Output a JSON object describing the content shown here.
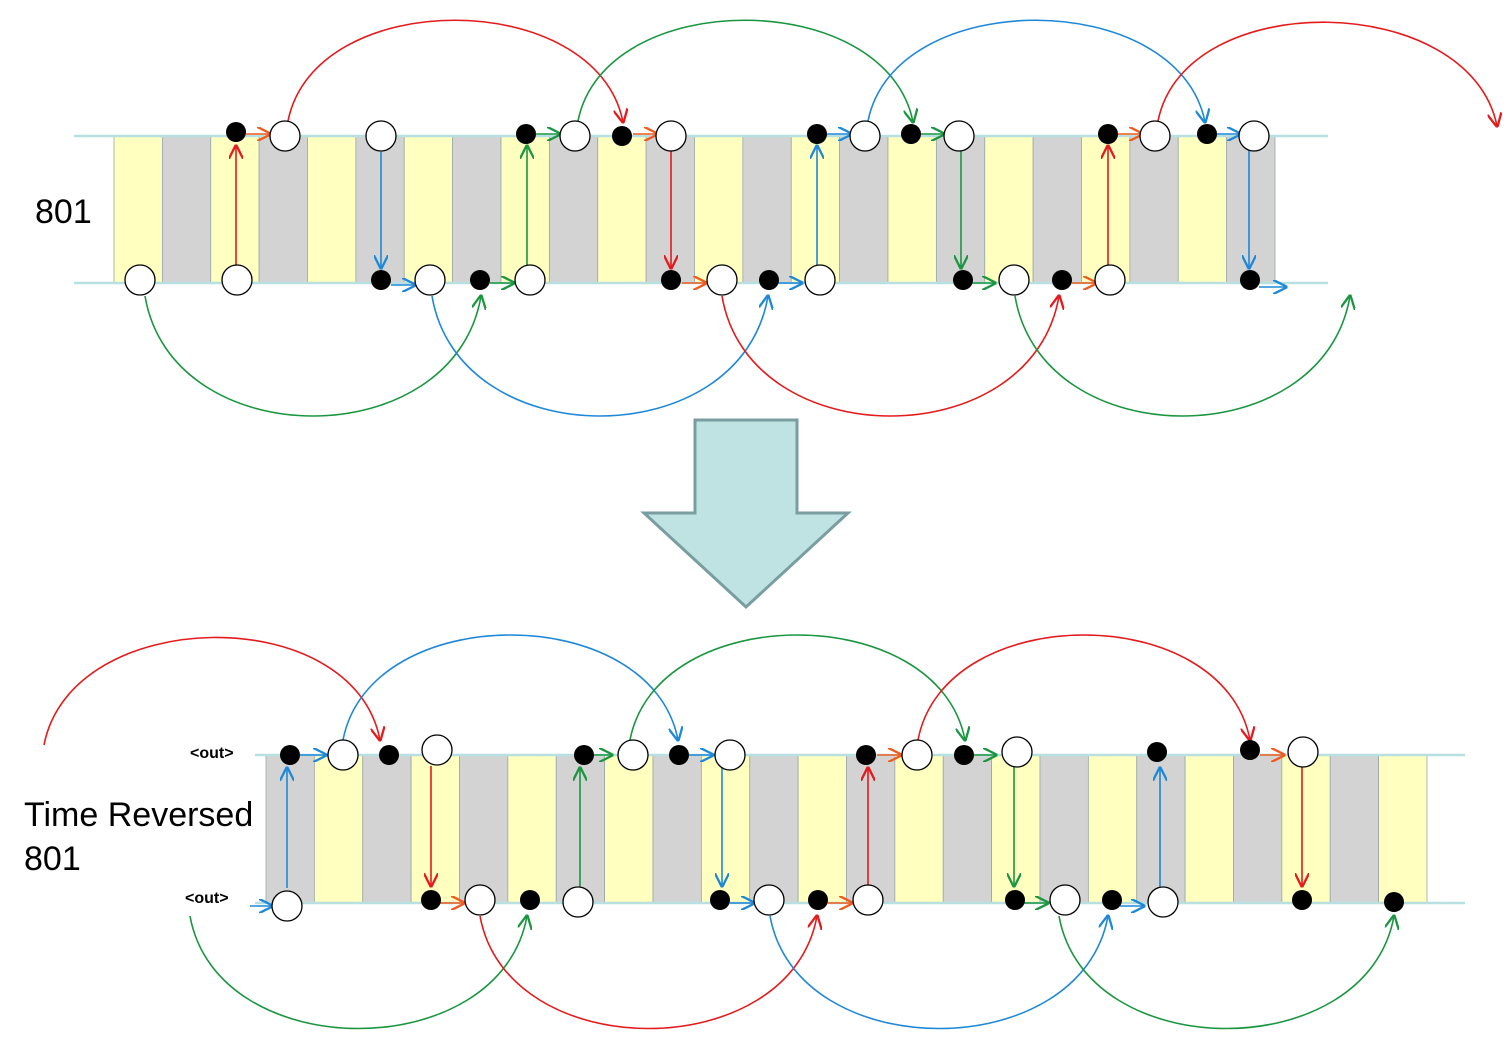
{
  "top_panel": {
    "label": "801"
  },
  "bottom_panel": {
    "label_line1": "Time  Reversed",
    "label_line2": "801",
    "out_top": "<out>",
    "out_bottom": "<out>"
  },
  "colors": {
    "yellow_cell": "#ffffc0",
    "gray_cell": "#d3d3d3",
    "rail": "#b8e0e0",
    "red": "#e41a1c",
    "blue": "#1e88d8",
    "green": "#1a9641",
    "orange": "#f05a1e",
    "arrow_fill": "#bfe3e3",
    "arrow_stroke": "#7a9ea0"
  }
}
